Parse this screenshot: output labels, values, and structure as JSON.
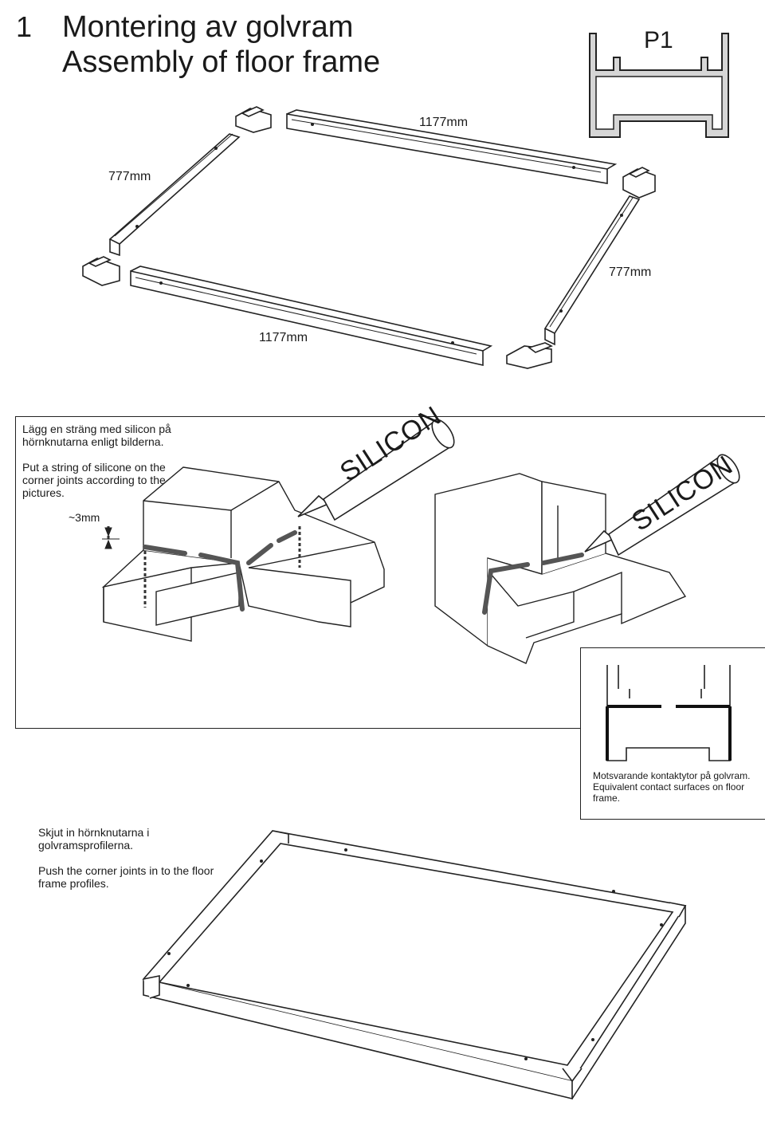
{
  "header": {
    "step_number": "1",
    "title_sv": "Montering av golvram",
    "title_en": "Assembly of floor frame",
    "profile_code": "P1"
  },
  "exploded_view": {
    "dim_top": "1177mm",
    "dim_left": "777mm",
    "dim_right": "777mm",
    "dim_bottom": "1177mm"
  },
  "silicone_panel": {
    "instruction_sv": "Lägg en sträng med silicon på hörnknutarna enligt bilderna.",
    "instruction_en": "Put a string of silicone on the corner joints according to the pictures.",
    "gap_label": "~3mm",
    "tube_label_1": "SILICON",
    "tube_label_2": "SILICON"
  },
  "contact_detail": {
    "caption_sv": "Motsvarande kontaktytor på golvram.",
    "caption_en": "Equivalent contact surfaces on floor frame."
  },
  "assembled_view": {
    "instruction_sv": "Skjut in hörnknutarna i golvramsprofilerna.",
    "instruction_en": "Push the corner joints in to the floor frame profiles."
  },
  "colors": {
    "line": "#222222",
    "silicone": "#555555",
    "profile_fill": "#d6d6d6"
  }
}
